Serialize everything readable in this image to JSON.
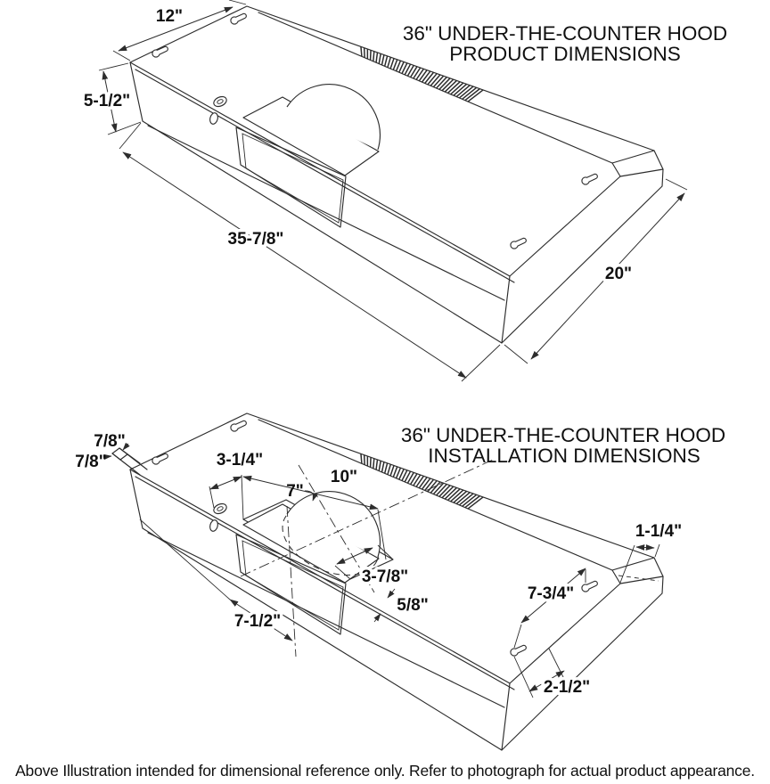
{
  "diagrams": {
    "product": {
      "title_line1": "36\" UNDER-THE-COUNTER HOOD",
      "title_line2": "PRODUCT DIMENSIONS",
      "dims": {
        "top_width": "12\"",
        "front_height": "5-1/2\"",
        "front_length": "35-7/8\"",
        "side_depth": "20\""
      }
    },
    "installation": {
      "title_line1": "36\" UNDER-THE-COUNTER HOOD",
      "title_line2": "INSTALLATION DIMENSIONS",
      "dims": {
        "knockout_width": "7/8\"",
        "knockout_height": "7/8\"",
        "cutout_offset": "3-1/4\"",
        "cutout_length": "10\"",
        "duct_diameter": "7\"",
        "cutout_depth": "3-7/8\"",
        "front_lip": "5/8\"",
        "duct_center_from_left": "7-1/2\"",
        "corner_bevel": "1-1/4\"",
        "keyhole_span": "7-3/4\"",
        "keyhole_inset": "2-1/2\""
      }
    }
  },
  "footer": {
    "note": "Above Illustration intended for dimensional reference only. Refer to photograph for actual product appearance."
  }
}
